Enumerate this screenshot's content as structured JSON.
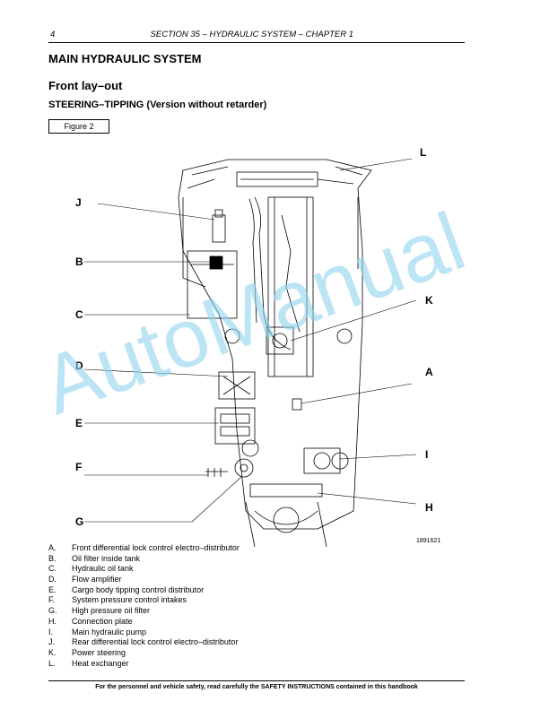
{
  "header": {
    "page_number": "4",
    "section": "SECTION 35 – HYDRAULIC SYSTEM – CHAPTER 1"
  },
  "title": "MAIN HYDRAULIC SYSTEM",
  "subtitle": "Front lay–out",
  "subheading": "STEERING–TIPPING (Version without retarder)",
  "figure_label": "Figure 2",
  "figure_code": "1891621",
  "callouts": [
    "A",
    "B",
    "C",
    "D",
    "E",
    "F",
    "G",
    "H",
    "I",
    "J",
    "K",
    "L"
  ],
  "legend": [
    {
      "key": "A.",
      "text": "Front differential lock control electro–distributor"
    },
    {
      "key": "B.",
      "text": "Oil filter inside tank"
    },
    {
      "key": "C.",
      "text": "Hydraulic oil tank"
    },
    {
      "key": "D.",
      "text": "Flow amplifier"
    },
    {
      "key": "E.",
      "text": "Cargo body tipping control distributor"
    },
    {
      "key": "F.",
      "text": "System pressure control intakes"
    },
    {
      "key": "G.",
      "text": "High pressure oil filter"
    },
    {
      "key": "H.",
      "text": "Connection plate"
    },
    {
      "key": "I.",
      "text": "Main hydraulic pump"
    },
    {
      "key": "J.",
      "text": "Rear differential lock control electro–distributor"
    },
    {
      "key": "K.",
      "text": "Power steering"
    },
    {
      "key": "L.",
      "text": "Heat exchanger"
    }
  ],
  "footer": "For the personnel and vehicle safety, read carefully the SAFETY INSTRUCTIONS contained in this handbook",
  "watermark": "AutoManual"
}
